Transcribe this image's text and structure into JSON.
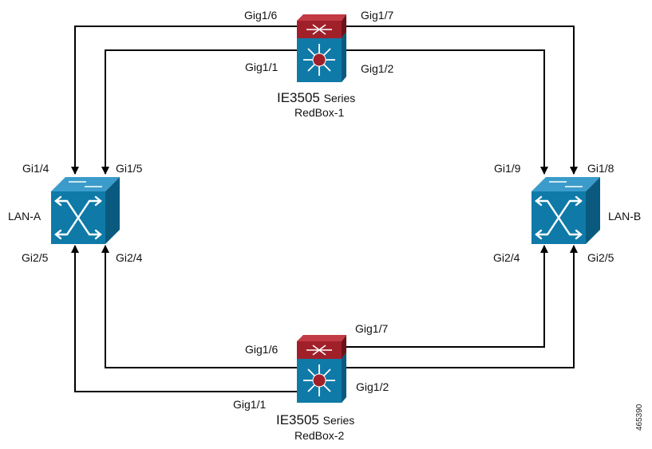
{
  "redbox1": {
    "model": "IE3505",
    "series": "Series",
    "name": "RedBox-1",
    "port_left_outer": "Gig1/6",
    "port_right_outer": "Gig1/7",
    "port_left_inner": "Gig1/1",
    "port_right_inner": "Gig1/2"
  },
  "redbox2": {
    "model": "IE3505",
    "series": "Series",
    "name": "RedBox-2",
    "port_right_outer": "Gig1/7",
    "port_left_inner": "Gig1/6",
    "port_right_inner": "Gig1/2",
    "port_left_outer": "Gig1/1"
  },
  "lan_a": {
    "name": "LAN-A",
    "port_top_left": "Gi1/4",
    "port_top_right": "Gi1/5",
    "port_bottom_left": "Gi2/5",
    "port_bottom_right": "Gi2/4"
  },
  "lan_b": {
    "name": "LAN-B",
    "port_top_left": "Gi1/9",
    "port_top_right": "Gi1/8",
    "port_bottom_left": "Gi2/4",
    "port_bottom_right": "Gi2/5"
  },
  "figure_id": "465390",
  "colors": {
    "switch_blue": "#0f7aa8",
    "switch_blue_dark": "#0a5a80",
    "switch_top": "#3b9ccb",
    "redbox_red": "#a0202a",
    "redbox_red_dark": "#6e1219",
    "line": "#000000"
  }
}
